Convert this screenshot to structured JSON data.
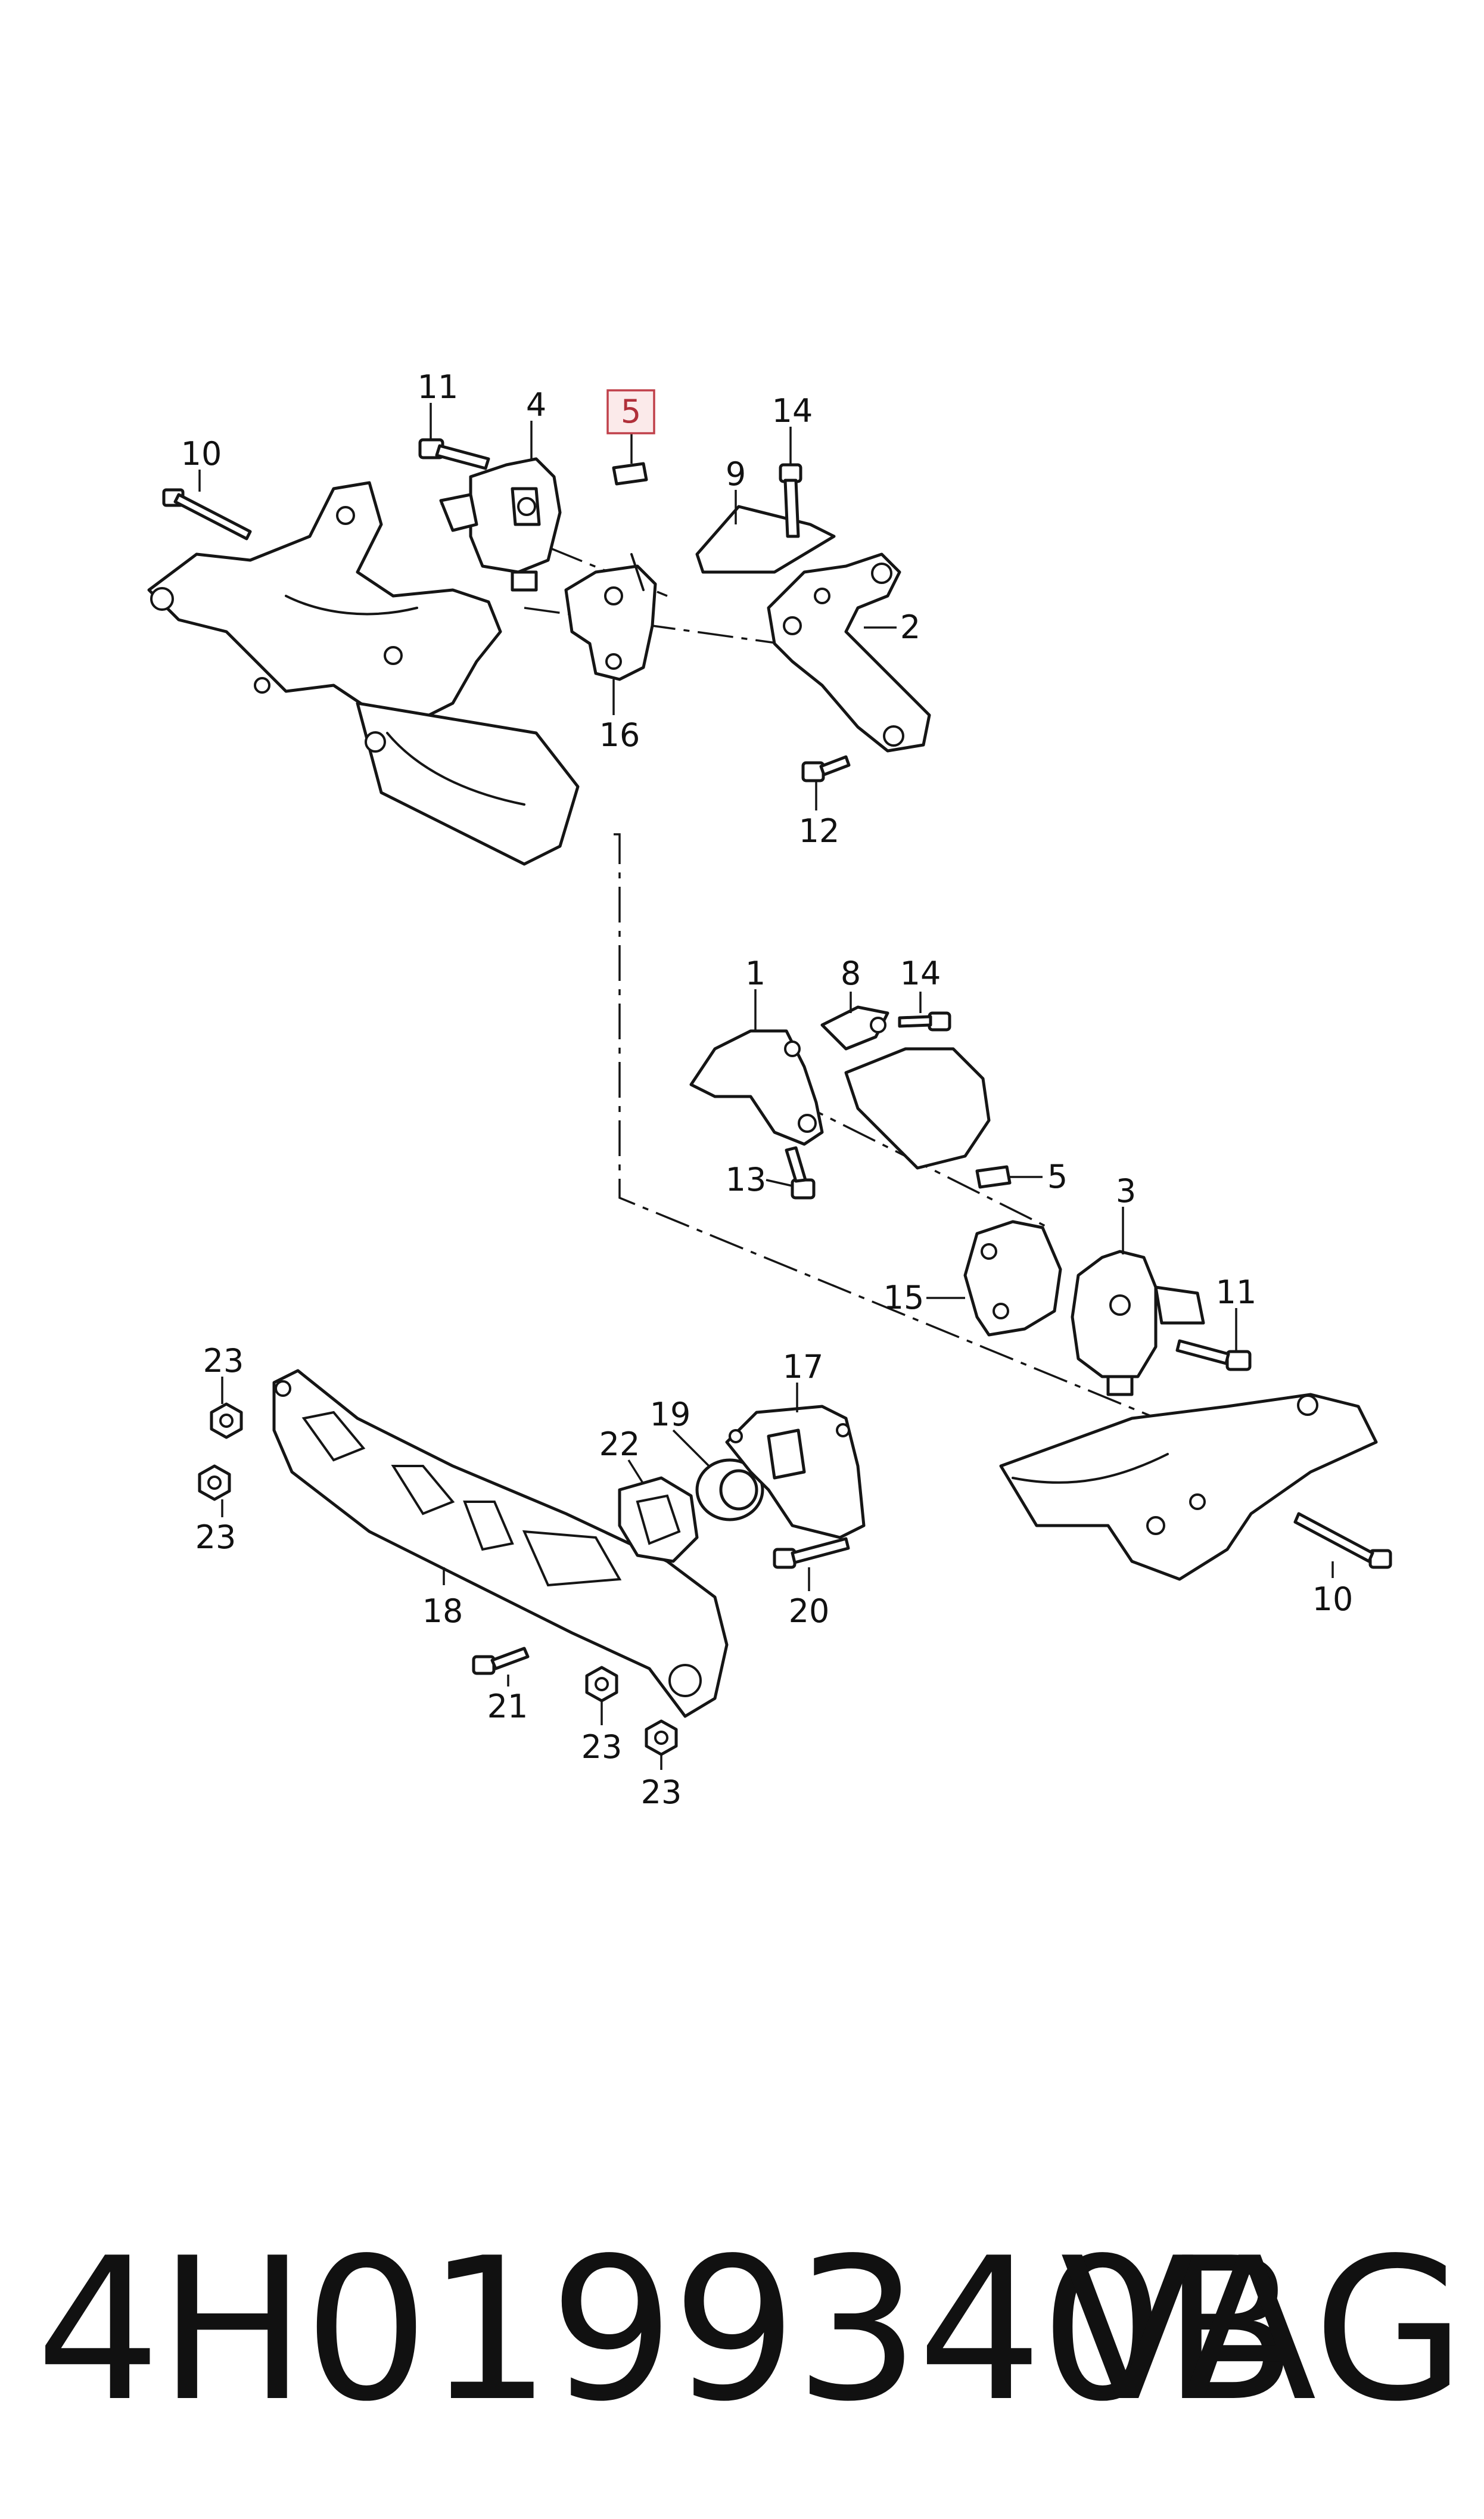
{
  "diagram": {
    "callouts": {
      "c11_top": "11",
      "c4": "4",
      "c5_top": "5",
      "c14_top": "14",
      "c10_top": "10",
      "c9": "9",
      "c2": "2",
      "c16": "16",
      "c12": "12",
      "c1": "1",
      "c8": "8",
      "c14_mid": "14",
      "c13": "13",
      "c5_mid": "5",
      "c3": "3",
      "c15": "15",
      "c11_mid": "11",
      "c23_a": "23",
      "c23_b": "23",
      "c17": "17",
      "c19": "19",
      "c22": "22",
      "c18": "18",
      "c20": "20",
      "c10_bot": "10",
      "c21": "21",
      "c23_c": "23",
      "c23_d": "23"
    },
    "highlighted_callout": "5",
    "highlight_color": "#c0404a"
  },
  "footer": {
    "part_number": "4H0199340B",
    "brand": "VAG"
  }
}
